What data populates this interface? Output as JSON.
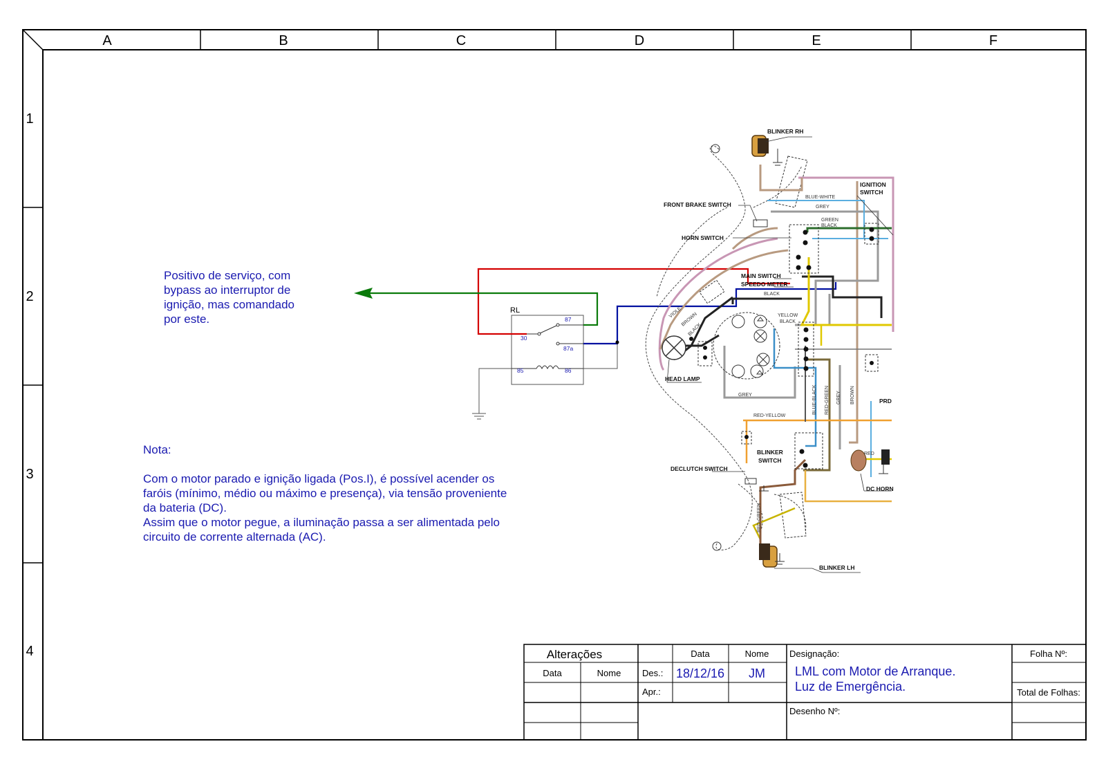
{
  "frame": {
    "columns": [
      "A",
      "B",
      "C",
      "D",
      "E",
      "F"
    ],
    "rows": [
      "1",
      "2",
      "3",
      "4"
    ]
  },
  "relay": {
    "label": "RL",
    "pins": {
      "p30": "30",
      "p87": "87",
      "p87a": "87a",
      "p85": "85",
      "p86": "86"
    }
  },
  "annotation": [
    "Positivo de serviço, com",
    "bypass ao interruptor de",
    "ignição, mas comandado",
    "por este."
  ],
  "note": {
    "title": "Nota:",
    "lines": [
      "Com o motor parado e ignição ligada (Pos.I), é possível acender os",
      "faróis (mínimo, médio ou máximo e presença), via tensão proveniente",
      "da bateria (DC).",
      "Assim que o motor pegue, a iluminação passa a ser alimentada pelo",
      "circuito de corrente alternada (AC)."
    ]
  },
  "components": {
    "blinker_rh": "BLINKER RH",
    "ignition_switch_1": "IGNITION",
    "ignition_switch_2": "SWITCH",
    "front_brake_switch": "FRONT BRAKE SWITCH",
    "horn_switch": "HORN SWITCH",
    "main_switch": "MAIN SWITCH",
    "speedo_meter": "SPEEDO METER",
    "head_lamp": "HEAD LAMP",
    "blinker_switch_1": "BLINKER",
    "blinker_switch_2": "SWITCH",
    "declutch_switch": "DECLUTCH SWITCH",
    "dc_horn": "DC HORN",
    "blinker_lh": "BLINKER LH",
    "prd": "PRD"
  },
  "wire_labels": {
    "blue_white": "BLUE-WHITE",
    "grey_top": "GREY",
    "green": "GREEN",
    "black_gb": "BLACK",
    "black_speedo": "BLACK",
    "yellow": "YELLOW",
    "black_yb": "BLACK",
    "violet": "VIOLE",
    "brown": "BROWN",
    "black_lamp": "BLACK",
    "grey_bottom": "GREY",
    "red_yellow": "RED-YELLOW",
    "blue_black": "BLUE-BLACK",
    "red_green": "RED-GREEN",
    "grey_v": "GREY",
    "brown_v": "BROWN",
    "red_green_2": "RED-GREEN",
    "red": "RED"
  },
  "title_block": {
    "alteracoes": "Alterações",
    "data_hdr": "Data",
    "nome_hdr": "Nome",
    "col_data": "Data",
    "col_nome": "Nome",
    "des": "Des.:",
    "apr": "Apr.:",
    "date": "18/12/16",
    "author": "JM",
    "designacao": "Designação:",
    "title_1": "LML com Motor de Arranque.",
    "title_2": "Luz de Emergência.",
    "desenho": "Desenho Nº:",
    "folha": "Folha Nº:",
    "total": "Total de Folhas:"
  },
  "colors": {
    "annotation_text": "#1a1ab0",
    "wire_red": "#d40000",
    "wire_green": "#0a7a0a",
    "wire_blue": "#0010a0"
  }
}
